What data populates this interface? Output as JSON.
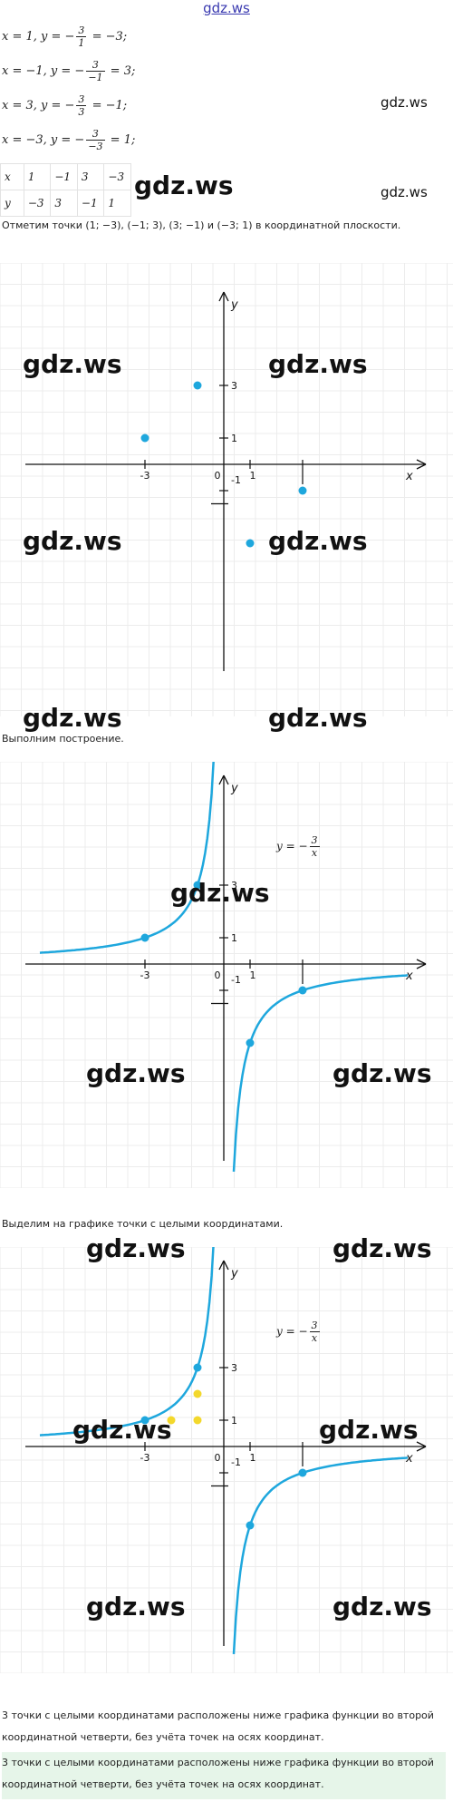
{
  "header": {
    "watermark": "gdz.ws"
  },
  "calc_lines": [
    {
      "lhs": "x  =  1, y  =  −",
      "num": "3",
      "den": "1",
      "rhs": "=  −3;"
    },
    {
      "lhs": "x  =  −1, y  =  −",
      "num": "3",
      "den": "−1",
      "rhs": "=  3;"
    },
    {
      "lhs": "x  =  3, y  =  −",
      "num": "3",
      "den": "3",
      "rhs": "=  −1;"
    },
    {
      "lhs": "x  =  −3, y  =  −",
      "num": "3",
      "den": "−3",
      "rhs": "=  1;"
    }
  ],
  "table": {
    "x_row": [
      "x",
      "1",
      "−1",
      "3",
      "−3"
    ],
    "y_row": [
      "y",
      "−3",
      "3",
      "−1",
      "1"
    ]
  },
  "watermark": "gdz.ws",
  "text": {
    "mark_points": "Отметим точки (1;  −3), (−1;  3), (3;  −1) и (−3;  1) в координатной плоскости.",
    "construct": "Выполним построение.",
    "highlight": "Выделим на графике точки с целыми координатами.",
    "conclusion_1": "3 точки с целыми координатами расположены ниже графика функции во второй координатной четверти, без учёта точек на осях координат.",
    "conclusion_2": "3 точки с целыми координатами расположены ниже графика функции во второй координатной четверти, без учёта точек на осях координат."
  },
  "axes": {
    "x_label": "x",
    "y_label": "y",
    "tick_neg3": "-3",
    "tick_0": "0",
    "tick_1": "1",
    "tick_neg1": "-1",
    "tick_3": "3"
  },
  "formula": {
    "lhs": "y = −",
    "num": "3",
    "den": "x"
  },
  "chart_data": [
    {
      "type": "scatter",
      "points": [
        [
          1,
          -3
        ],
        [
          -1,
          3
        ],
        [
          3,
          -1
        ],
        [
          -3,
          1
        ]
      ],
      "xlabel": "x",
      "ylabel": "y"
    },
    {
      "type": "line",
      "function": "y = -3/x",
      "points": [
        [
          1,
          -3
        ],
        [
          -1,
          3
        ],
        [
          3,
          -1
        ],
        [
          -3,
          1
        ]
      ],
      "xlabel": "x",
      "ylabel": "y"
    },
    {
      "type": "line",
      "function": "y = -3/x",
      "points": [
        [
          1,
          -3
        ],
        [
          -1,
          3
        ],
        [
          3,
          -1
        ],
        [
          -3,
          1
        ]
      ],
      "integer_points": [
        [
          -2,
          1
        ],
        [
          -1,
          1
        ],
        [
          -1,
          2
        ]
      ],
      "xlabel": "x",
      "ylabel": "y"
    }
  ],
  "colors": {
    "curve": "#1ea7dd",
    "point": "#1ea7dd",
    "integer_point": "#f3d82c",
    "grid": "#ececec"
  }
}
